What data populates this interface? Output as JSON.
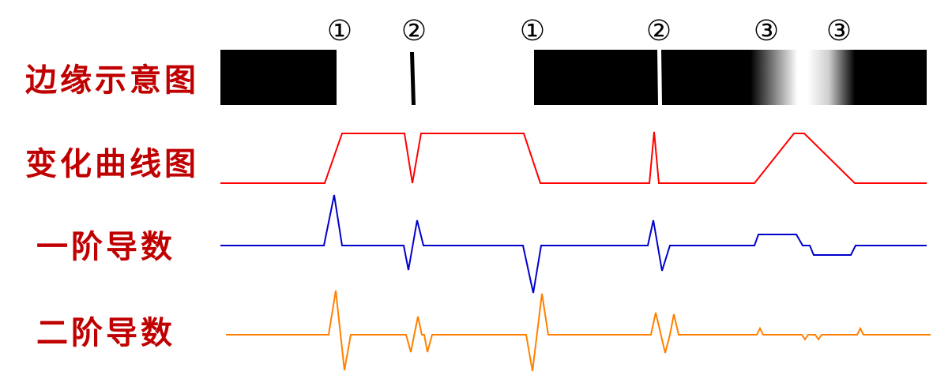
{
  "markers": [
    "①",
    "②",
    "①",
    "②",
    "③",
    "③"
  ],
  "row_labels": {
    "edge_diagram": "边缘示意图",
    "change_curve": "变化曲线图",
    "first_derivative": "一阶导数",
    "second_derivative": "二阶导数"
  },
  "colors": {
    "label_text": "#c00000",
    "edge_fill": "#000000",
    "change_curve": "#ff0000",
    "first_derivative": "#0000cc",
    "second_derivative": "#ff8000"
  }
}
